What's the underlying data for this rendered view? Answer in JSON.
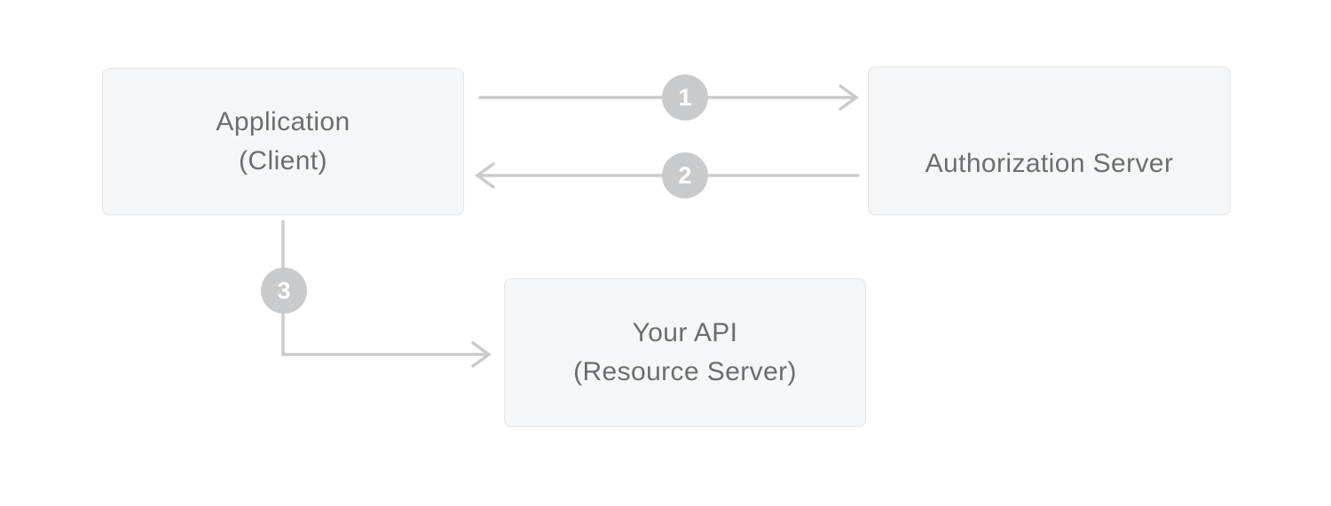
{
  "diagram": {
    "nodes": {
      "application": {
        "line1": "Application",
        "line2": "(Client)"
      },
      "auth_server": {
        "label": "Authorization Server"
      },
      "api": {
        "line1": "Your API",
        "line2": "(Resource Server)"
      }
    },
    "steps": {
      "one": "1",
      "two": "2",
      "three": "3"
    },
    "colors": {
      "line": "#c9cbcd",
      "badge": "#c8cacc",
      "box_fill": "#f5f6f7",
      "box_border": "#e3e5e8",
      "text": "#6b6e70",
      "badge_text": "#ffffff",
      "bg": "#ffffff"
    }
  }
}
